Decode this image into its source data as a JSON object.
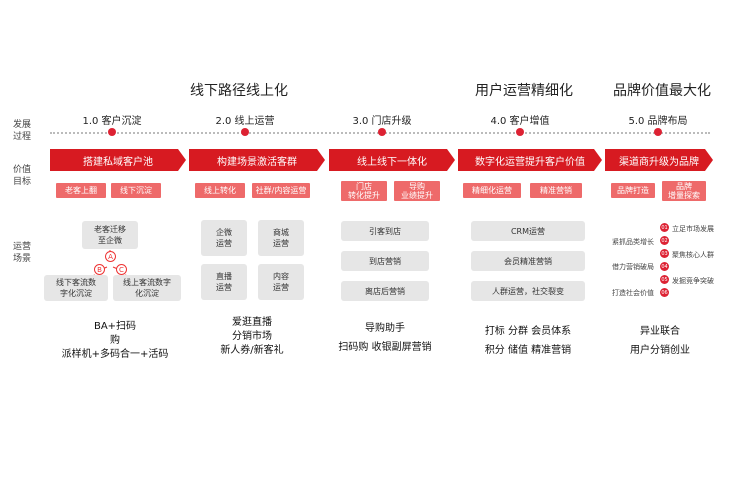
{
  "top_titles": [
    "线下路径线上化",
    "用户运营精细化",
    "品牌价值最大化"
  ],
  "row_labels": {
    "process": [
      "发展",
      "过程"
    ],
    "value": [
      "价值",
      "目标"
    ],
    "ops": [
      "运营",
      "场景"
    ]
  },
  "stages": [
    "1.0 客户沉淀",
    "2.0 线上运营",
    "3.0 门店升级",
    "4.0 客户增值",
    "5.0 品牌布局"
  ],
  "arrows": [
    "搭建私域客户池",
    "构建场景激活客群",
    "线上线下一体化",
    "数字化运营提升客户价值",
    "渠道商升级为品牌"
  ],
  "pills": {
    "s1": [
      "老客上翻",
      "线下沉淀"
    ],
    "s2": [
      "线上转化",
      "社群/内容运营"
    ],
    "s3": [
      [
        "门店",
        "转化提升"
      ],
      [
        "导购",
        "业绩提升"
      ]
    ],
    "s4": [
      "精细化运营",
      "精准营销"
    ],
    "s5": [
      "品牌打造",
      [
        "品牌",
        "增量探索"
      ]
    ]
  },
  "s1_diagram": {
    "top": [
      "老客迁移",
      "至企微"
    ],
    "left": [
      "线下客流数",
      "字化沉淀"
    ],
    "right": [
      "线上客流数字",
      "化沉淀"
    ],
    "nodes": [
      "A",
      "B",
      "C"
    ]
  },
  "s2_boxes": [
    [
      "企微",
      "运营"
    ],
    [
      "商城",
      "运营"
    ],
    [
      "直播",
      "运营"
    ],
    [
      "内容",
      "运营"
    ]
  ],
  "s3_boxes": [
    "引客到店",
    "到店营销",
    "离店后营销"
  ],
  "s4_boxes": [
    "CRM运营",
    "会员精准营销",
    "人群运营，社交裂变"
  ],
  "s5_items": {
    "left": [
      "紧抓品类增长",
      "借力营销破局",
      "打造社会价值"
    ],
    "right": [
      "立足市场发展",
      "聚焦核心人群",
      "发掘竞争突破"
    ],
    "dots": [
      "01",
      "02",
      "03",
      "04",
      "05",
      "06"
    ]
  },
  "bottom": {
    "s1": [
      "BA+扫码",
      "购",
      "派样机+多码合一+活码"
    ],
    "s2": [
      "爱逛直播",
      "分销市场",
      "新人券/新客礼"
    ],
    "s3": [
      "导购助手",
      "扫码购 收银副屏营销"
    ],
    "s4": [
      "打标 分群 会员体系",
      "积分 储值 精准营销"
    ],
    "s5": [
      "异业联合",
      "用户分销创业"
    ]
  },
  "colors": {
    "accent": "#d71a21",
    "pill": "#ee6a6a",
    "box": "#e6e6e6"
  }
}
